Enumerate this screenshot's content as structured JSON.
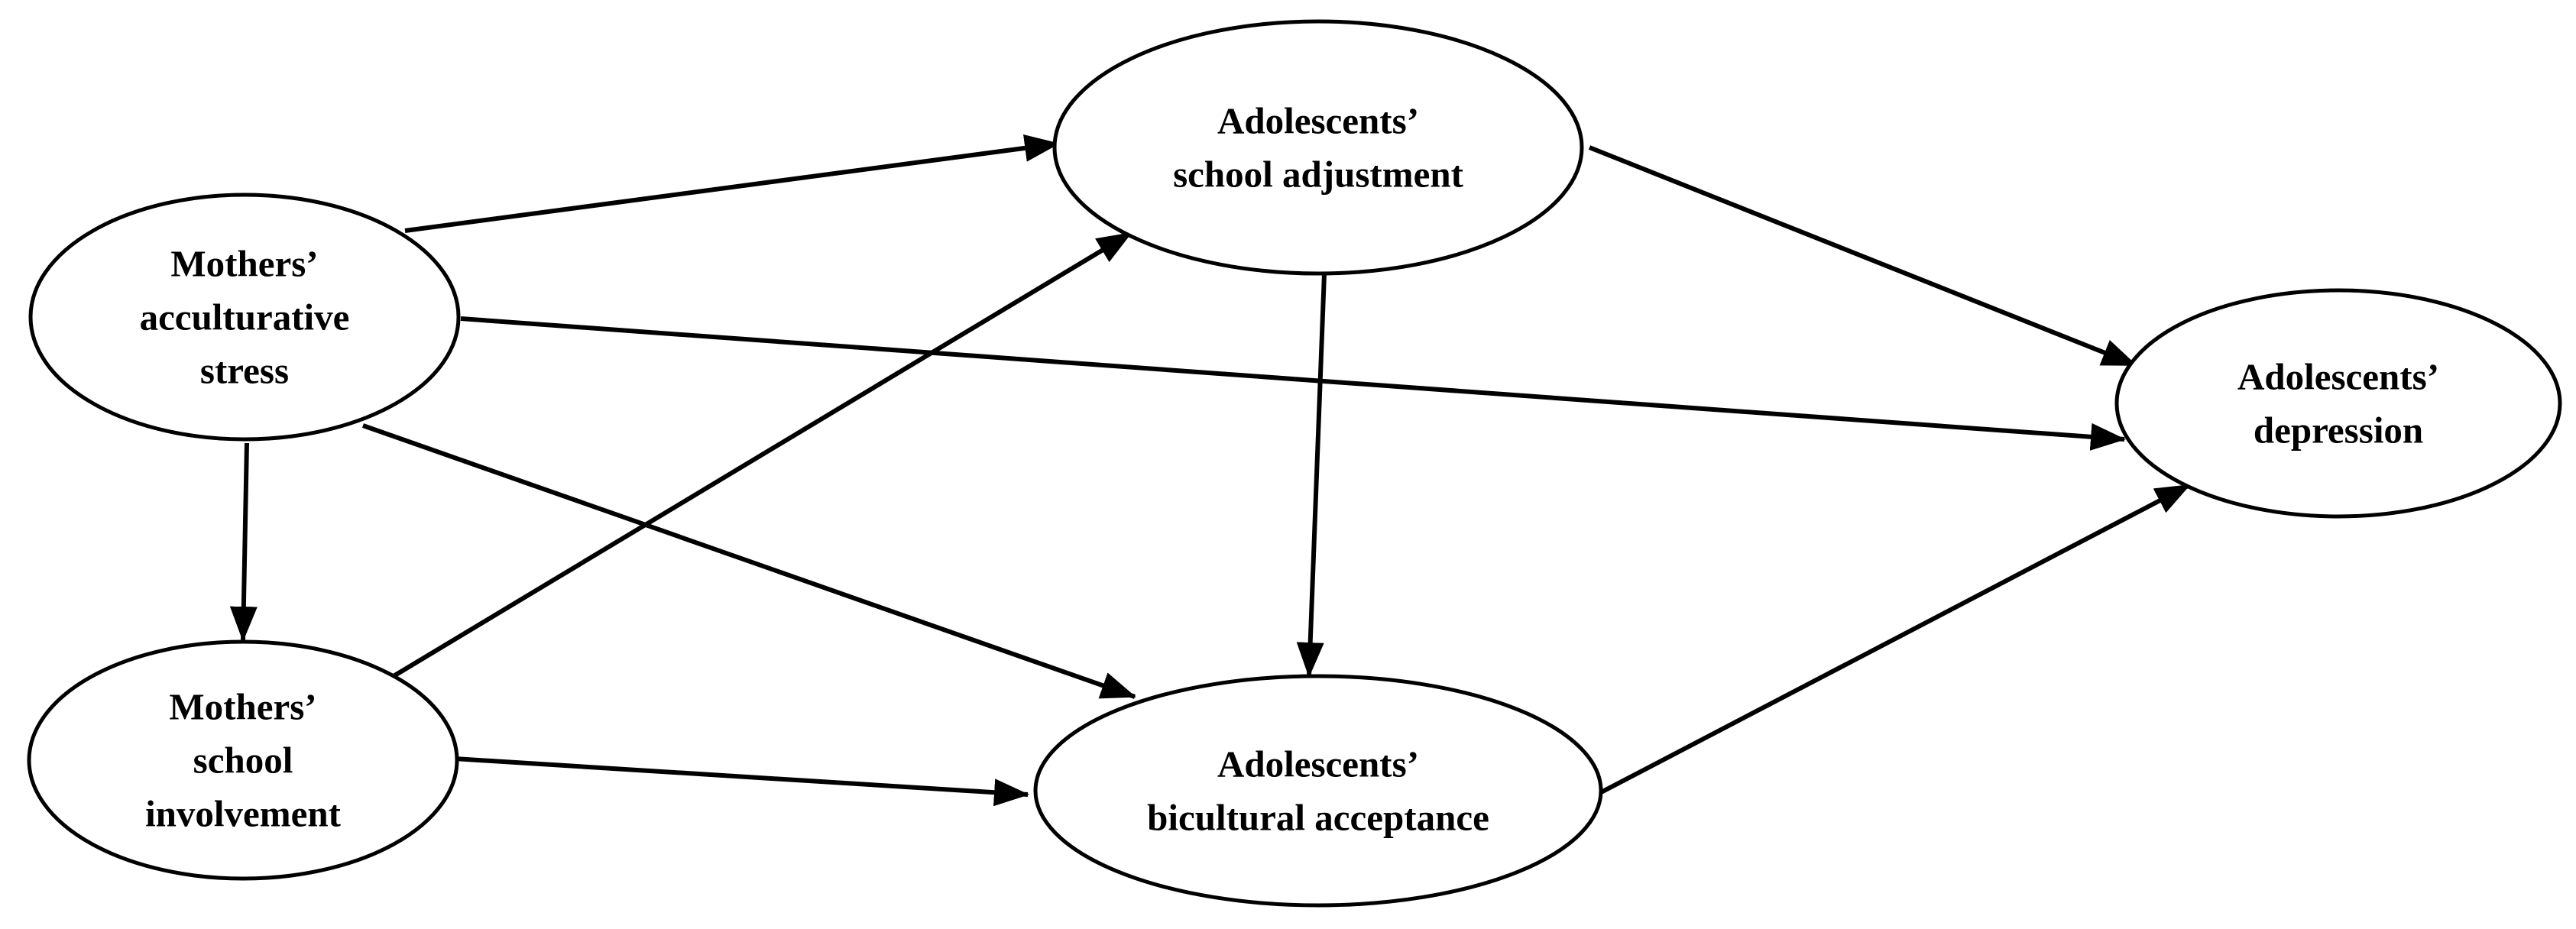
{
  "nodes": [
    {
      "id": "mothers-stress",
      "lines": [
        "Mothers’",
        "acculturative",
        "stress"
      ]
    },
    {
      "id": "mothers-involvement",
      "lines": [
        "Mothers’",
        "school",
        "involvement"
      ]
    },
    {
      "id": "adolescent-adjustment",
      "lines": [
        "Adolescents’",
        "school adjustment"
      ]
    },
    {
      "id": "adolescent-acceptance",
      "lines": [
        "Adolescents’",
        "bicultural acceptance"
      ]
    },
    {
      "id": "adolescent-depression",
      "lines": [
        "Adolescents’",
        "depression"
      ]
    }
  ],
  "edges": [
    {
      "from": "mothers-stress",
      "to": "adolescent-adjustment"
    },
    {
      "from": "mothers-stress",
      "to": "adolescent-depression"
    },
    {
      "from": "mothers-stress",
      "to": "adolescent-acceptance"
    },
    {
      "from": "mothers-stress",
      "to": "mothers-involvement"
    },
    {
      "from": "mothers-involvement",
      "to": "adolescent-adjustment"
    },
    {
      "from": "mothers-involvement",
      "to": "adolescent-acceptance"
    },
    {
      "from": "adolescent-adjustment",
      "to": "adolescent-acceptance"
    },
    {
      "from": "adolescent-adjustment",
      "to": "adolescent-depression"
    },
    {
      "from": "adolescent-acceptance",
      "to": "adolescent-depression"
    }
  ],
  "colors": {
    "stroke": "#000000",
    "fill": "#ffffff",
    "text": "#000000"
  }
}
